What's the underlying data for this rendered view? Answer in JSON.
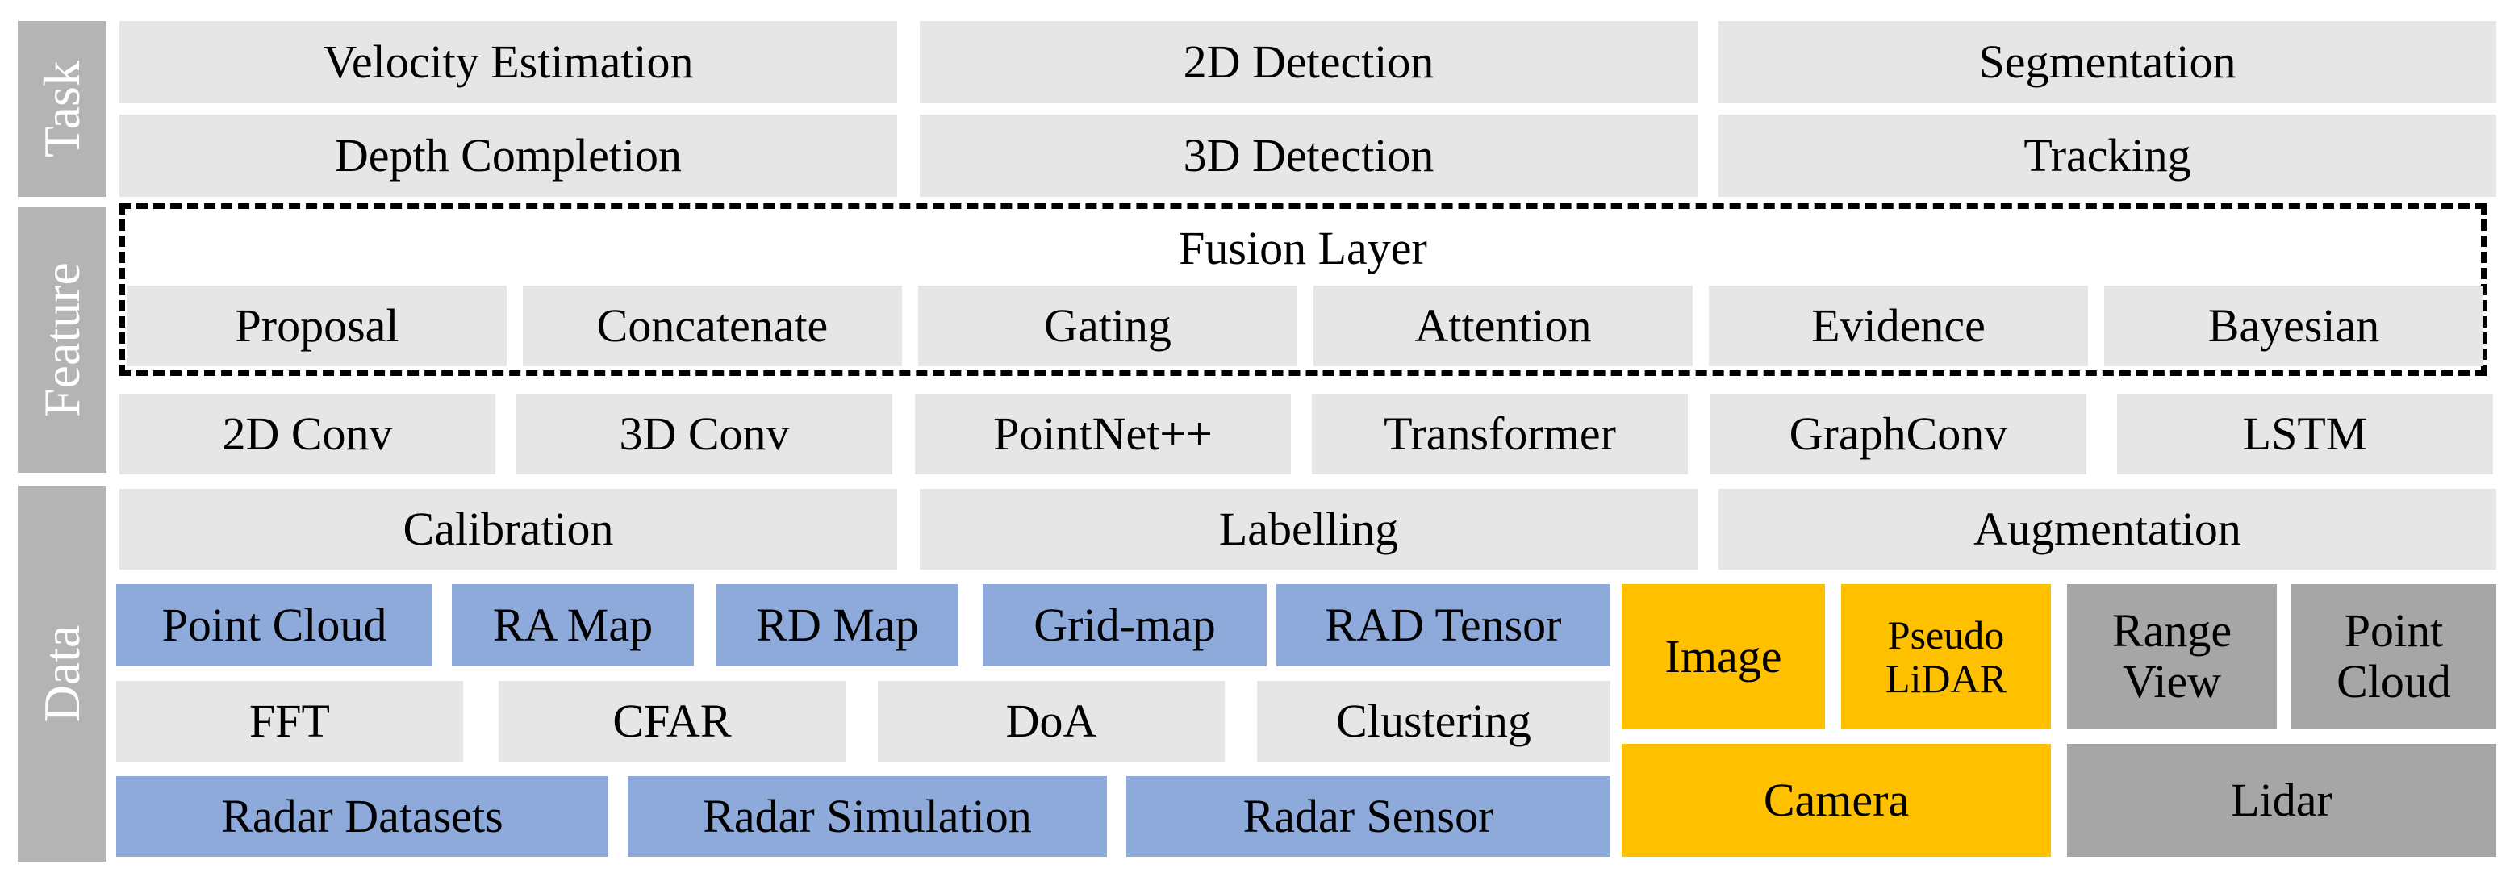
{
  "side_labels": {
    "task": "Task",
    "feature": "Feature",
    "data": "Data"
  },
  "task": {
    "row1": [
      "Velocity Estimation",
      "2D Detection",
      "Segmentation"
    ],
    "row2": [
      "Depth Completion",
      "3D Detection",
      "Tracking"
    ]
  },
  "feature": {
    "fusion_title": "Fusion Layer",
    "fusion_methods": [
      "Proposal",
      "Concatenate",
      "Gating",
      "Attention",
      "Evidence",
      "Bayesian"
    ],
    "networks": [
      "2D Conv",
      "3D Conv",
      "PointNet++",
      "Transformer",
      "GraphConv",
      "LSTM"
    ]
  },
  "data": {
    "processing": [
      "Calibration",
      "Labelling",
      "Augmentation"
    ],
    "radar_representations": [
      "Point Cloud",
      "RA Map",
      "RD Map",
      "Grid-map",
      "RAD Tensor"
    ],
    "radar_signal_processing": [
      "FFT",
      "CFAR",
      "DoA",
      "Clustering"
    ],
    "radar_sources": [
      "Radar Datasets",
      "Radar Simulation",
      "Radar Sensor"
    ],
    "camera": {
      "image": "Image",
      "pseudo_lidar": "Pseudo LiDAR",
      "sensor": "Camera"
    },
    "lidar": {
      "range_view": "Range View",
      "point_cloud": "Point Cloud",
      "sensor": "Lidar"
    }
  },
  "colors": {
    "gray": "#e6e6e6",
    "blue": "#8eaadb",
    "yellow": "#ffc000",
    "dark_gray": "#a6a6a6",
    "side_bar": "#b4b4b4"
  }
}
